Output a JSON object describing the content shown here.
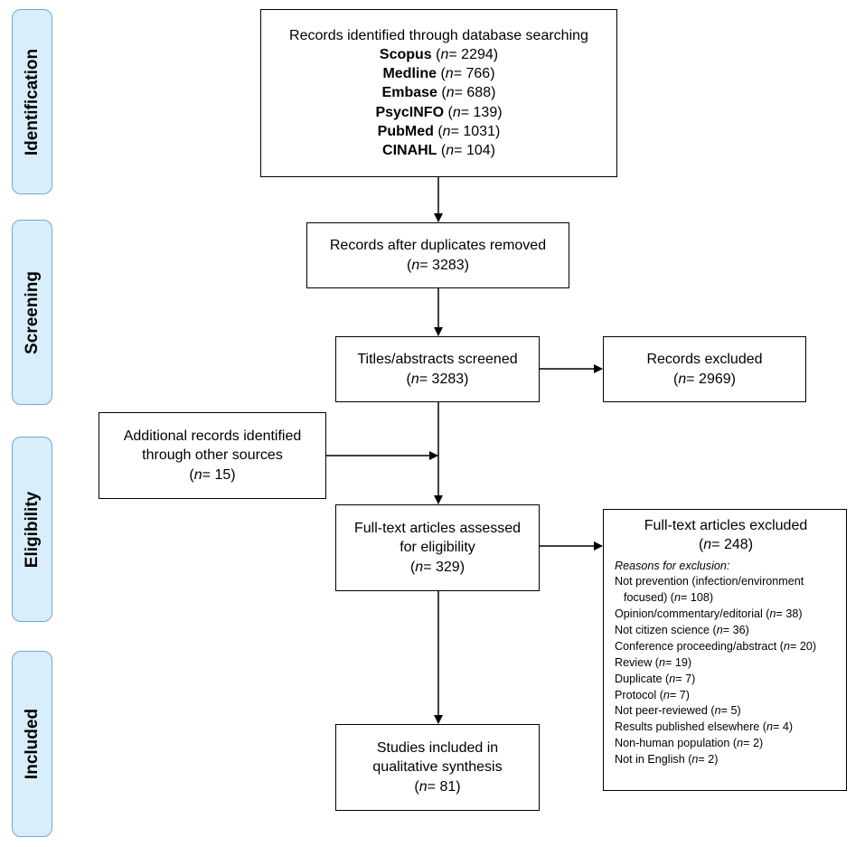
{
  "phases": [
    "Identification",
    "Screening",
    "Eligibility",
    "Included"
  ],
  "identification": {
    "title": "Records identified through database searching",
    "databases": [
      {
        "name": "Scopus",
        "n": "2294"
      },
      {
        "name": "Medline",
        "n": "766"
      },
      {
        "name": "Embase",
        "n": "688"
      },
      {
        "name": "PsycINFO",
        "n": "139"
      },
      {
        "name": "PubMed",
        "n": "1031"
      },
      {
        "name": "CINAHL",
        "n": "104"
      }
    ]
  },
  "n_symbol": "n",
  "duplicates": {
    "label": "Records after duplicates removed",
    "n": "3283"
  },
  "screened": {
    "label": "Titles/abstracts screened",
    "n": "3283"
  },
  "excluded": {
    "label": "Records excluded",
    "n": "2969"
  },
  "additional": {
    "line1": "Additional records identified",
    "line2": "through other sources",
    "n": "15"
  },
  "fulltext": {
    "line1": "Full-text articles assessed",
    "line2": "for eligibility",
    "n": "329"
  },
  "fulltext_excluded": {
    "label": "Full-text articles excluded",
    "n": "248",
    "reasons_title": "Reasons for exclusion:",
    "reasons": [
      {
        "text": "Not prevention (infection/environment",
        "cont": "focused)",
        "n": "108"
      },
      {
        "text": "Opinion/commentary/editorial",
        "n": "38"
      },
      {
        "text": "Not citizen science",
        "n": "36"
      },
      {
        "text": "Conference proceeding/abstract",
        "n": "20"
      },
      {
        "text": "Review",
        "n": "19"
      },
      {
        "text": "Duplicate",
        "n": "7"
      },
      {
        "text": "Protocol",
        "n": "7"
      },
      {
        "text": "Not peer-reviewed",
        "n": "5"
      },
      {
        "text": "Results published elsewhere",
        "n": "4"
      },
      {
        "text": "Non-human population",
        "n": "2"
      },
      {
        "text": "Not in English",
        "n": "2"
      }
    ]
  },
  "included": {
    "line1": "Studies included in",
    "line2": "qualitative synthesis",
    "n": "81"
  }
}
